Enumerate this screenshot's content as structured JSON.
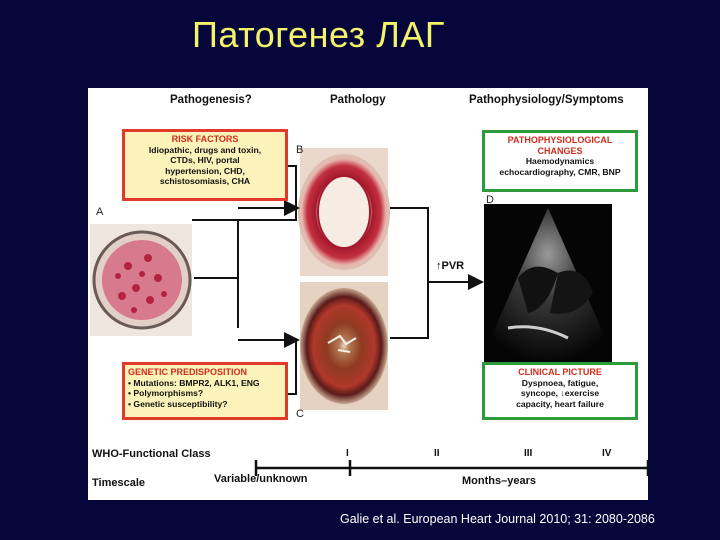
{
  "title": "Патогенез ЛАГ",
  "headers": {
    "pathogenesis": "Pathogenesis?",
    "pathology": "Pathology",
    "pathophysiology": "Pathophysiology/Symptoms"
  },
  "risk_factors": {
    "title": "RISK FACTORS",
    "lines": [
      "Idiopathic, drugs and toxin,",
      "CTDs, HIV, portal",
      "hypertension, CHD,",
      "schistosomiasis, CHA"
    ]
  },
  "genetic": {
    "title": "GENETIC PREDISPOSITION",
    "lines": [
      "• Mutations: BMPR2, ALK1, ENG",
      "• Polymorphisms?",
      "• Genetic susceptibility?"
    ]
  },
  "pathophysiological": {
    "title_1": "PATHOPHYSIOLOGICAL",
    "title_2": "CHANGES",
    "lines": [
      "Haemodynamics",
      "echocardiography, CMR, BNP"
    ]
  },
  "clinical": {
    "title": "CLINICAL PICTURE",
    "lines": [
      "Dyspnoea, fatigue,",
      "syncope, ↓exercise",
      "capacity, heart failure"
    ]
  },
  "letters": {
    "a": "A",
    "b": "B",
    "c": "C",
    "d": "D"
  },
  "pvr_label": "↑PVR",
  "who_label": "WHO-Functional Class",
  "timescale_label": "Timescale",
  "classes": [
    "I",
    "II",
    "III",
    "IV"
  ],
  "variable_label": "Variable/unknown",
  "months_label": "Months–years",
  "caption": "Galie et al. European Heart Journal 2010; 31: 2080-2086"
}
